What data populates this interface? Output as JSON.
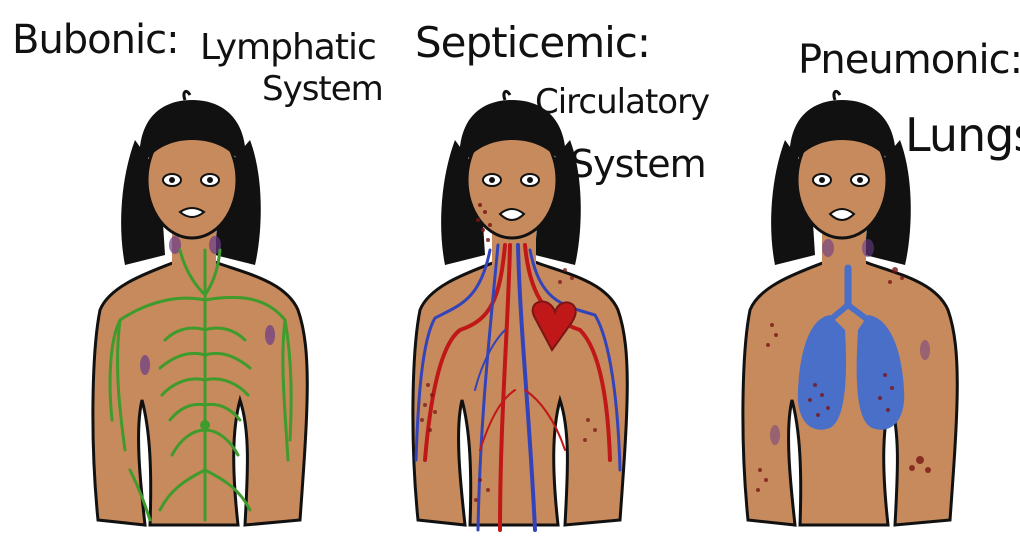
{
  "panels": [
    {
      "name": "Bubonic:",
      "system_line1": "Lymphatic",
      "system_line2": "System"
    },
    {
      "name": "Septicemic:",
      "system_line1": "Circulatory",
      "system_line2": "System"
    },
    {
      "name": "Pneumonic:",
      "system_line1": "Lungs",
      "system_line2": ""
    }
  ],
  "colors": {
    "skin": "#c68a5c",
    "hair": "#111111",
    "lymph": "#3f9b2c",
    "artery": "#c01818",
    "vein": "#3344bb",
    "lung": "#4a6fc9",
    "lesion": "#7a1616",
    "bruise": "#6a3a8a"
  }
}
